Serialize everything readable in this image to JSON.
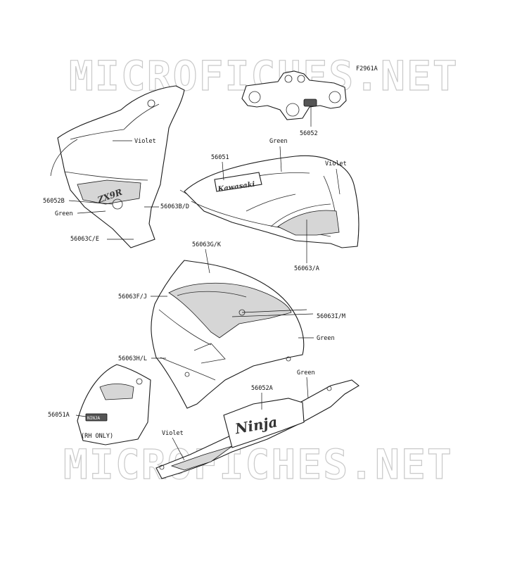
{
  "figure_id": "F2961A",
  "watermark": "MICROFICHES.NET",
  "labels": {
    "p56052": "56052",
    "p56051": "56051",
    "green_tank": "Green",
    "violet_tank": "Violet",
    "violet_cowl": "Violet",
    "p56052B": "56052B",
    "green_cowl": "Green",
    "p56063BD": "56063B/D",
    "p56063CE": "56063C/E",
    "p56063A": "56063/A",
    "p56063GK": "56063G/K",
    "p56063FJ": "56063F/J",
    "p56063IM": "56063I/M",
    "green_fairing": "Green",
    "p56063HL": "56063H/L",
    "green_tail": "Green",
    "p56052A": "56052A",
    "p56051A": "56051A",
    "rh_only": "(RH ONLY)",
    "violet_tail": "Violet"
  },
  "decals": {
    "zx9r": "ZX9R",
    "kawasaki": "Kawasaki",
    "ninja": "Ninja",
    "small_badge": "NINJA"
  }
}
